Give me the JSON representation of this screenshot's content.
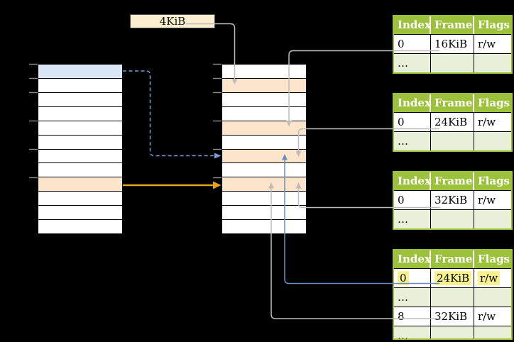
{
  "colors": {
    "background": "#000000",
    "header_green": "#9CC23C",
    "row_light_green": "#E9F0D9",
    "row_orange": "#FCE5CB",
    "row_blue": "#DAE7F6",
    "label_cream": "#FBEFD0",
    "highlight_yellow": "#F7F18E",
    "line_gray": "#BDBDBD",
    "line_blue": "#6C8EBF",
    "line_blue_dashed": "#7B9CD4",
    "line_orange": "#DFA21B",
    "tick_gray": "#8F8F8F"
  },
  "size_label": {
    "text": "4KiB"
  },
  "memory_columns": {
    "left": {
      "row_count": 12,
      "blue_rows": [
        0
      ],
      "orange_rows": [
        8
      ]
    },
    "middle": {
      "row_count": 12,
      "blue_rows": [],
      "orange_rows": [
        1,
        4,
        6,
        8
      ]
    }
  },
  "page_tables": [
    {
      "headers": [
        "Index",
        "Frame",
        "Flags"
      ],
      "rows": [
        {
          "cells": [
            "0",
            "16KiB",
            "r/w"
          ],
          "shaded": false,
          "highlighted": false
        },
        {
          "cells": [
            "…",
            "",
            ""
          ],
          "shaded": true,
          "highlighted": false
        }
      ]
    },
    {
      "headers": [
        "Index",
        "Frame",
        "Flags"
      ],
      "rows": [
        {
          "cells": [
            "0",
            "24KiB",
            "r/w"
          ],
          "shaded": false,
          "highlighted": false
        },
        {
          "cells": [
            "…",
            "",
            ""
          ],
          "shaded": true,
          "highlighted": false
        }
      ]
    },
    {
      "headers": [
        "Index",
        "Frame",
        "Flags"
      ],
      "rows": [
        {
          "cells": [
            "0",
            "32KiB",
            "r/w"
          ],
          "shaded": false,
          "highlighted": false
        },
        {
          "cells": [
            "…",
            "",
            ""
          ],
          "shaded": true,
          "highlighted": false
        }
      ]
    },
    {
      "headers": [
        "Index",
        "Frame",
        "Flags"
      ],
      "rows": [
        {
          "cells": [
            "0",
            "24KiB",
            "r/w"
          ],
          "shaded": false,
          "highlighted": true
        },
        {
          "cells": [
            "…",
            "",
            ""
          ],
          "shaded": true,
          "highlighted": false
        },
        {
          "cells": [
            "8",
            "32KiB",
            "r/w"
          ],
          "shaded": false,
          "highlighted": false
        },
        {
          "cells": [
            "…",
            "",
            ""
          ],
          "shaded": true,
          "highlighted": false
        }
      ]
    }
  ]
}
